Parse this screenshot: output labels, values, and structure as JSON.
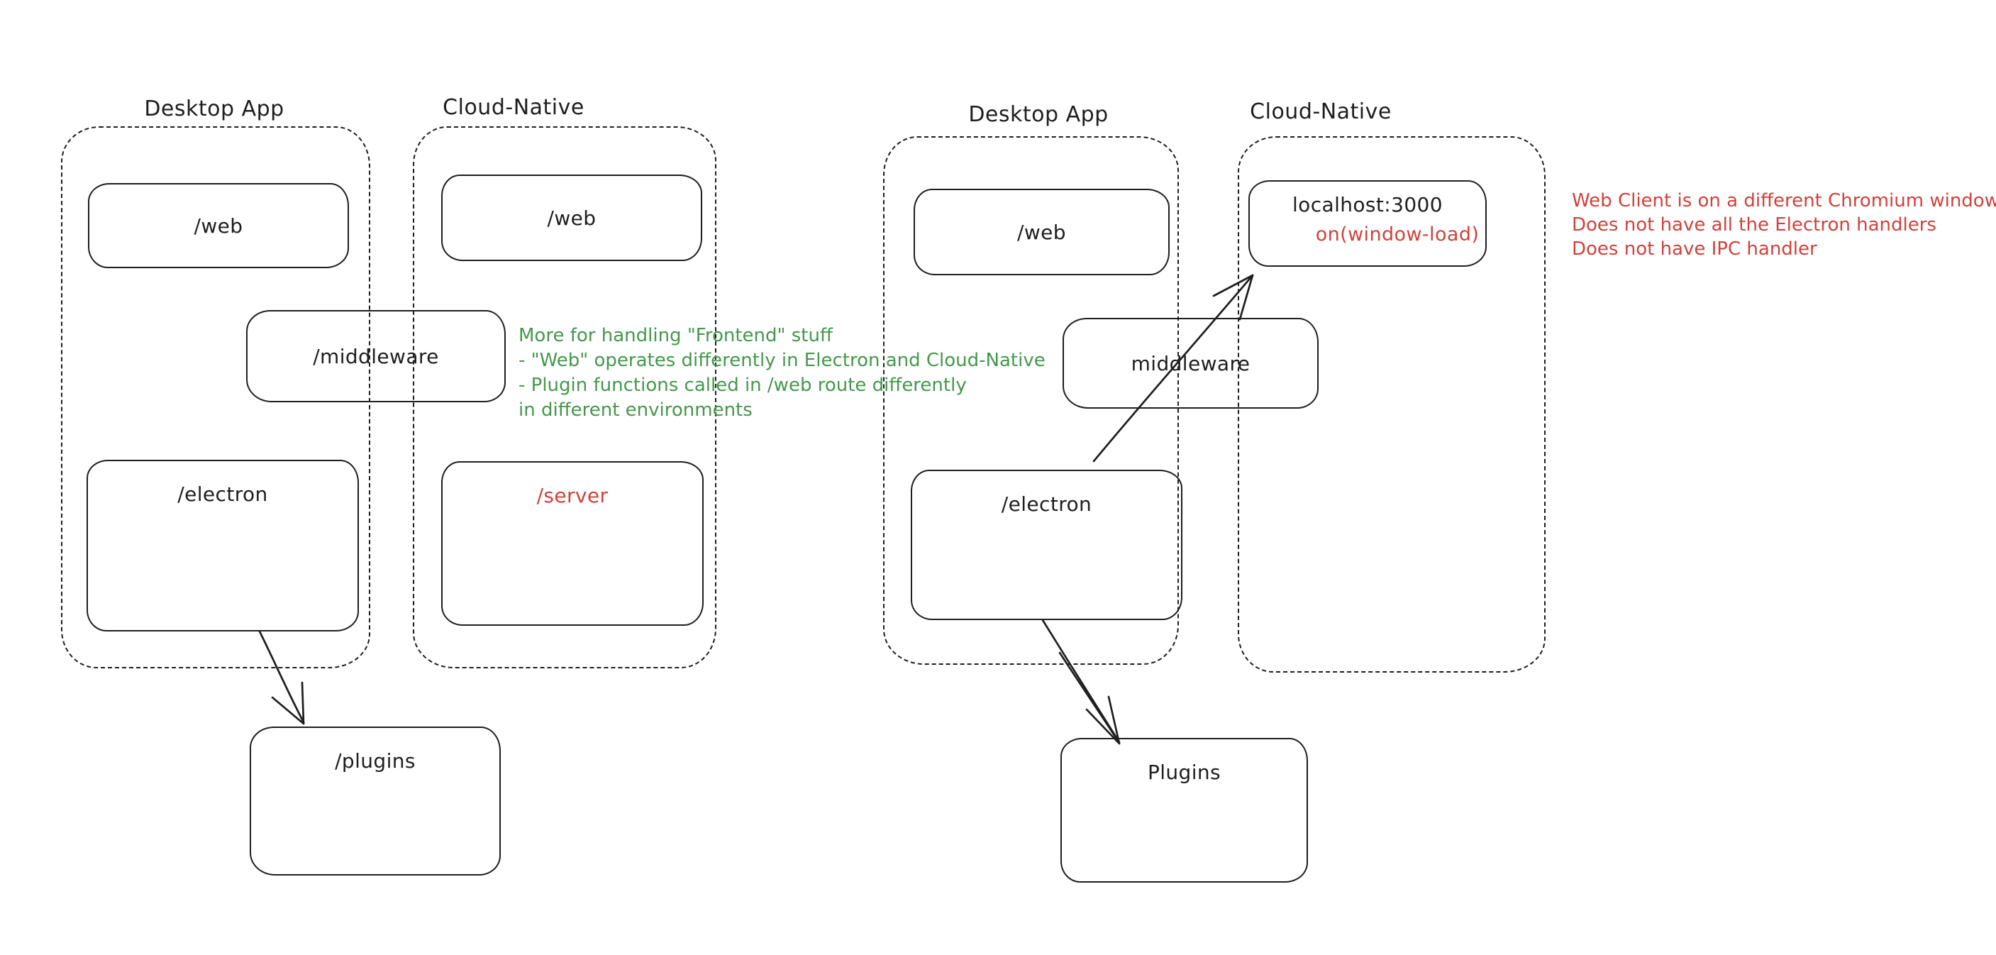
{
  "canvas": {
    "background": "#ffffff",
    "ink_color": "#1e1e1e",
    "green_color": "#44984c",
    "red_color": "#ce423c"
  },
  "left": {
    "desktop": {
      "label": "Desktop App",
      "web": "/web",
      "electron": "/electron"
    },
    "cloud": {
      "label": "Cloud-Native",
      "web": "/web",
      "server": "/server"
    },
    "middleware": "/middleware",
    "plugins": "/plugins",
    "green_note": {
      "line1": "More for handling \"Frontend\" stuff",
      "line2": "- \"Web\" operates differently in Electron and Cloud-Native",
      "line3": "- Plugin functions called in /web route differently",
      "line4": "in different environments"
    }
  },
  "right": {
    "desktop": {
      "label": "Desktop App",
      "web": "/web",
      "electron": "/electron"
    },
    "cloud": {
      "label": "Cloud-Native",
      "localhost": "localhost:3000",
      "window_load": "on(window-load)"
    },
    "middleware": "middleware",
    "plugins": "Plugins",
    "red_note": {
      "line1": "Web Client is on a different Chromium window",
      "line2": "Does not have all the Electron handlers",
      "line3": "Does not have IPC handler"
    }
  }
}
